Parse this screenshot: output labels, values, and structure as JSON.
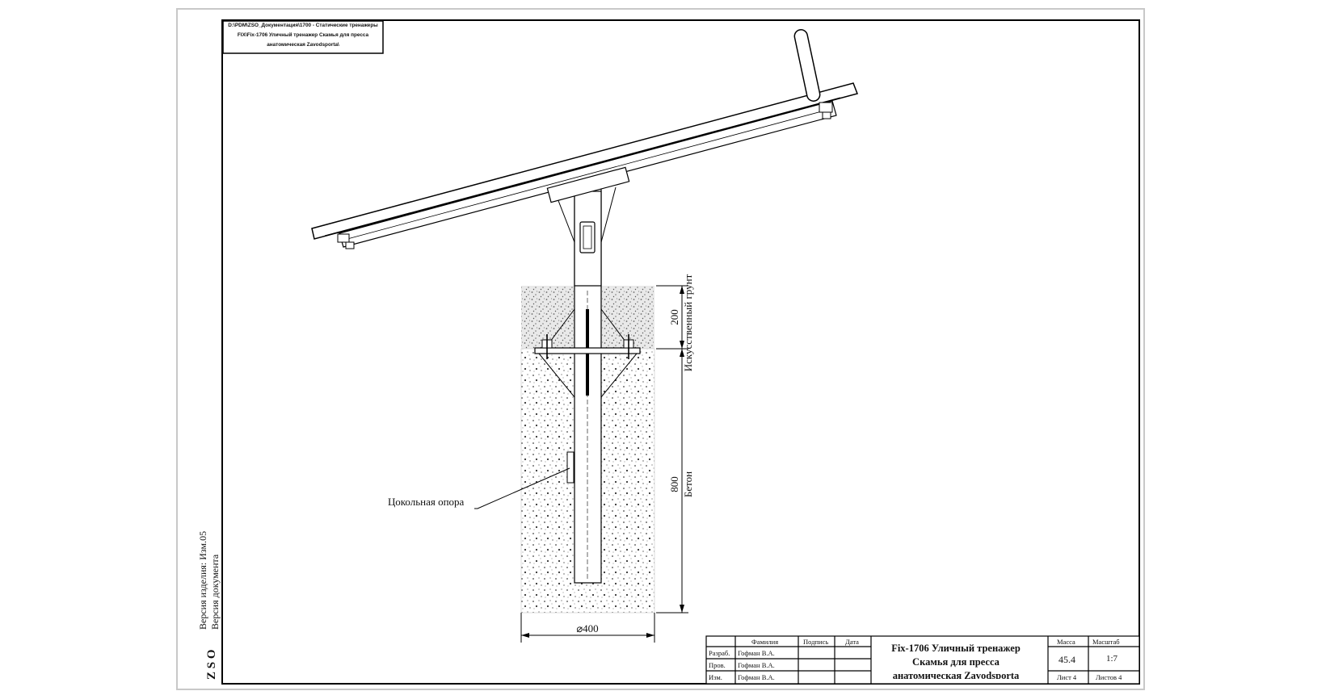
{
  "drawing": {
    "file_path": "D:\\PDM\\ZSO_Документация\\1700 - Статические тренажеры FIX\\Fix-1706 Уличный тренажер Скамья для пресса анатомическая Zavodsporta\\",
    "labels": {
      "pile_callout": "Цокольная опора",
      "dim_200": "200",
      "dim_800": "800",
      "dim_diameter": "⌀400",
      "soil": "Искусственный грунт",
      "concrete": "Бетон"
    }
  },
  "margin": {
    "product_version": "Версия изделия: Изм.05",
    "document_version": "Версия документа",
    "logo": "Z S O"
  },
  "title_block": {
    "header": {
      "surname": "Фамилия",
      "signature": "Подпись",
      "date": "Дата"
    },
    "rows": [
      {
        "role": "Разраб.",
        "name": "Гофман В.А."
      },
      {
        "role": "Пров.",
        "name": "Гофман В.А."
      },
      {
        "role": "Изм.",
        "name": "Гофман В.А."
      }
    ],
    "title_line1": "Fix-1706 Уличный тренажер",
    "title_line2": "Скамья для пресса",
    "title_line3": "анатомическая Zavodsporta",
    "mass_label": "Масса",
    "scale_label": "Масштаб",
    "mass_value": "45.4",
    "scale_value": "1:7",
    "sheet": "Лист 4",
    "sheets_total": "Листов 4"
  }
}
